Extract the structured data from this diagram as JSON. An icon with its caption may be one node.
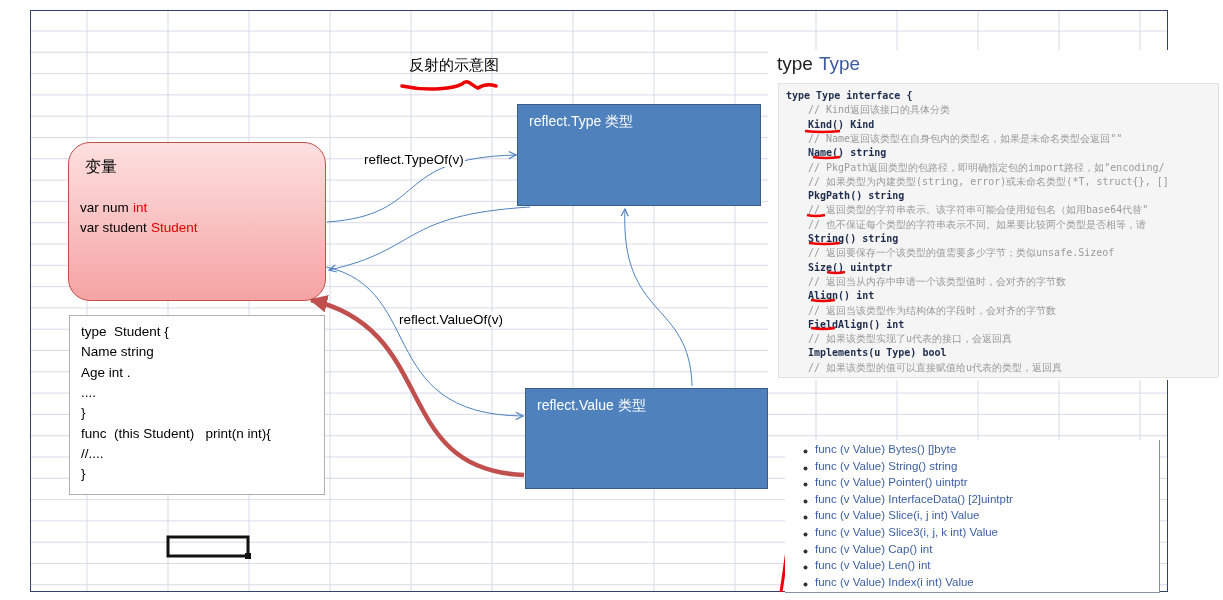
{
  "diagram": {
    "title": "反射的示意图",
    "nodes": [
      {
        "text": [
          "变量",
          "var num",
          "int",
          "var student",
          "Student"
        ]
      },
      {
        "text": [
          "type  Student {",
          "Name string",
          "Age int .",
          "....",
          "}",
          "func  (this Student)   print(n int){",
          "//....",
          "}"
        ]
      },
      {
        "text": [
          "reflect.Type 类型"
        ]
      },
      {
        "text": [
          "reflect.Value 类型"
        ]
      },
      {
        "text": [
          "type",
          "Type",
          "type Type interface {",
          "// Kind返回该接口的具体分类",
          "Kind() Kind",
          "// Name返回该类型在自身包内的类型名，如果是未命名类型会返回\"\"",
          "Name() string",
          "// PkgPath返回类型的包路径，即明确指定包的import路径，如\"encoding/",
          "// 如果类型为内建类型(string, error)或未命名类型(*T, struct{}, []",
          "PkgPath() string",
          "// 返回类型的字符串表示。该字符串可能会使用短包名（如用base64代替\"",
          "// 也不保证每个类型的字符串表示不同。如果要比较两个类型是否相等，请",
          "String() string",
          "// 返回要保存一个该类型的值需要多少字节；类似unsafe.Sizeof",
          "Size() uintptr",
          "// 返回当从内存中申请一个该类型值时，会对齐的字节数",
          "Align() int",
          "// 返回当该类型作为结构体的字段时，会对齐的字节数",
          "FieldAlign() int",
          "// 如果该类型实现了u代表的接口，会返回真",
          "Implements(u Type) bool",
          "// 如果该类型的值可以直接赋值给u代表的类型，返回真"
        ]
      },
      {
        "text": [
          "func (v Value) Bytes() []byte",
          "func (v Value) String() string",
          "func (v Value) Pointer() uintptr",
          "func (v Value) InterfaceData() [2]uintptr",
          "func (v Value) Slice(i, j int) Value",
          "func (v Value) Slice3(i, j, k int) Value",
          "func (v Value) Cap() int",
          "func (v Value) Len() int",
          "func (v Value) Index(i int) Value"
        ]
      }
    ],
    "edges": [
      {
        "from": 0,
        "to": 2,
        "arrow": "to",
        "label": "reflect.TypeOf(v)"
      },
      {
        "from": 2,
        "to": 0,
        "arrow": "to"
      },
      {
        "from": 0,
        "to": 3,
        "arrow": "to",
        "label": "reflect.ValueOf(v)"
      },
      {
        "from": 3,
        "to": 2,
        "arrow": "to"
      },
      {
        "from": 3,
        "to": 0,
        "arrow": "to",
        "style": "thick",
        "color": "#c0504d"
      }
    ]
  }
}
